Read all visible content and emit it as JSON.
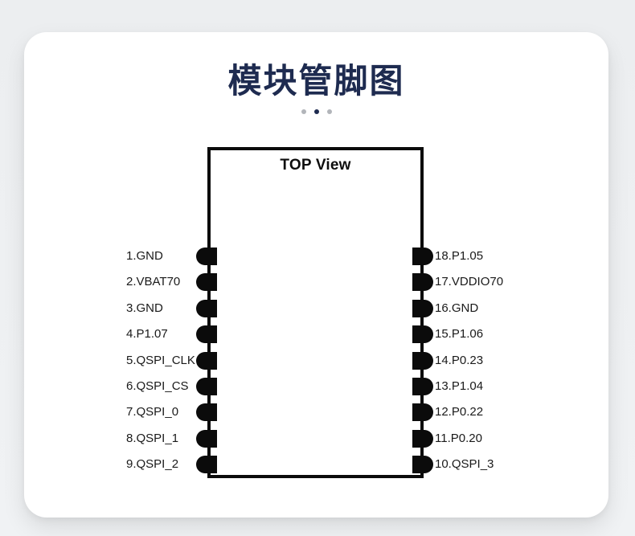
{
  "page": {
    "title": "模块管脚图"
  },
  "diagram": {
    "view_label": "TOP View",
    "pins": {
      "left": [
        "1.GND",
        "2.VBAT70",
        "3.GND",
        "4.P1.07",
        "5.QSPI_CLK",
        "6.QSPI_CS",
        "7.QSPI_0",
        "8.QSPI_1",
        "9.QSPI_2"
      ],
      "right": [
        "18.P1.05",
        "17.VDDIO70",
        "16.GND",
        "15.P1.06",
        "14.P0.23",
        "13.P1.04",
        "12.P0.22",
        "11.P0.20",
        "10.QSPI_3"
      ]
    }
  },
  "colors": {
    "title_navy": "#1e2b50",
    "dot_gray": "#b2b5ba",
    "diagram_black": "#0b0b0b",
    "card_bg": "#ffffff",
    "page_bg": "#eef0f2"
  }
}
